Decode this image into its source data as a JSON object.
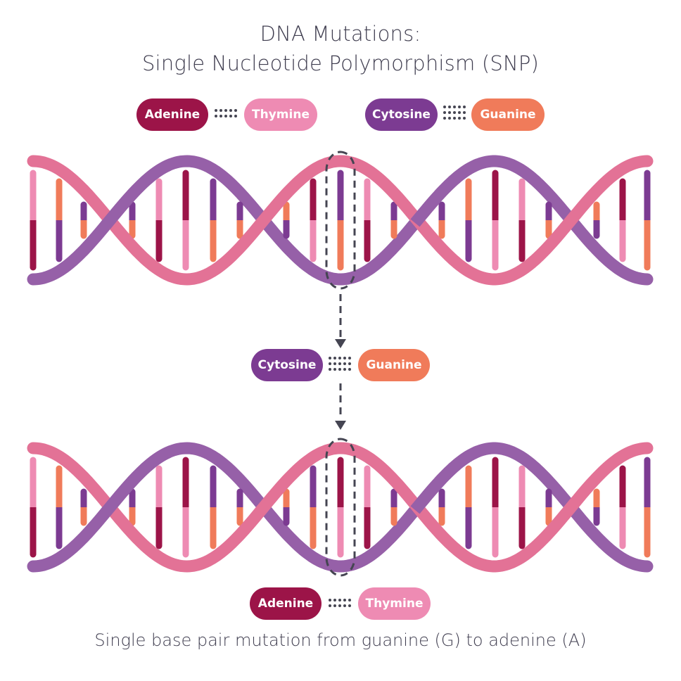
{
  "title": {
    "line1": "DNA Mutations:",
    "line2": "Single Nucleotide Polymorphism (SNP)"
  },
  "caption": "Single base pair mutation from guanine (G) to adenine (A)",
  "colors": {
    "adenine": "#9c1448",
    "thymine": "#ee8bb3",
    "cytosine": "#7c3b92",
    "guanine": "#f07b5a",
    "strand_pink": "#e37296",
    "strand_purple": "#9660a8",
    "dashed": "#454552"
  },
  "legend": {
    "pair_at": {
      "left": "Adenine",
      "right": "Thymine",
      "bond_rows": 2
    },
    "pair_cg": {
      "left": "Cytosine",
      "right": "Guanine",
      "bond_rows": 3
    }
  },
  "original_pair": {
    "left": "Cytosine",
    "right": "Guanine",
    "bond_rows": 3
  },
  "mutated_pair": {
    "left": "Adenine",
    "right": "Thymine",
    "bond_rows": 2
  },
  "helices": {
    "original": {
      "name": "original-dna-helix",
      "bases": [
        [
          "T",
          "A"
        ],
        [
          "G",
          "C"
        ],
        [
          "C",
          "G"
        ],
        [
          "C",
          "G"
        ],
        [
          "T",
          "A"
        ],
        [
          "A",
          "T"
        ],
        [
          "C",
          "G"
        ],
        [
          "C",
          "G"
        ],
        [
          "G",
          "C"
        ],
        [
          "A",
          "T"
        ],
        [
          "C",
          "G"
        ],
        [
          "T",
          "A"
        ],
        [
          "C",
          "G"
        ],
        [
          "C",
          "G"
        ],
        [
          "G",
          "C"
        ],
        [
          "A",
          "T"
        ],
        [
          "T",
          "A"
        ],
        [
          "C",
          "G"
        ],
        [
          "G",
          "C"
        ],
        [
          "A",
          "T"
        ],
        [
          "C",
          "G"
        ]
      ],
      "highlight_index": 10
    },
    "mutated": {
      "name": "mutated-dna-helix",
      "bases": [
        [
          "T",
          "A"
        ],
        [
          "G",
          "C"
        ],
        [
          "C",
          "G"
        ],
        [
          "C",
          "G"
        ],
        [
          "T",
          "A"
        ],
        [
          "A",
          "T"
        ],
        [
          "C",
          "G"
        ],
        [
          "C",
          "G"
        ],
        [
          "G",
          "C"
        ],
        [
          "C",
          "G"
        ],
        [
          "A",
          "T"
        ],
        [
          "T",
          "A"
        ],
        [
          "C",
          "G"
        ],
        [
          "C",
          "G"
        ],
        [
          "G",
          "C"
        ],
        [
          "A",
          "T"
        ],
        [
          "T",
          "A"
        ],
        [
          "C",
          "G"
        ],
        [
          "G",
          "C"
        ],
        [
          "A",
          "T"
        ],
        [
          "C",
          "G"
        ]
      ],
      "highlight_index": 10
    }
  }
}
